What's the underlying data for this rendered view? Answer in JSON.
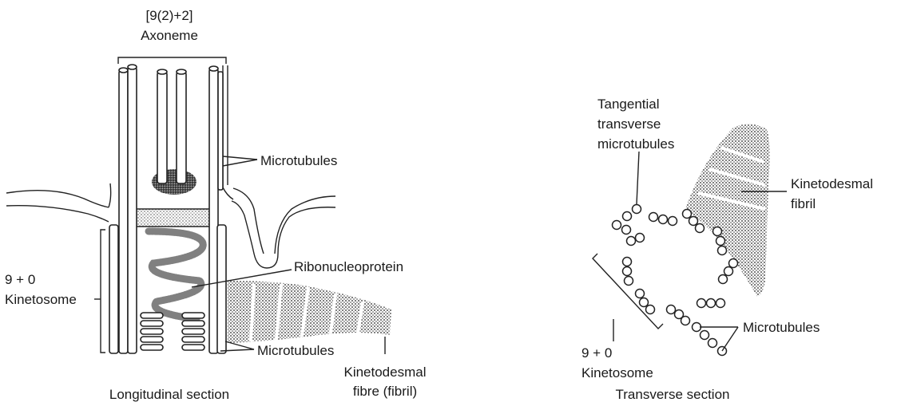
{
  "longitudinal": {
    "axoneme_formula": "[9(2)+2]",
    "axoneme": "Axoneme",
    "microtubules_upper": "Microtubules",
    "ribonucleoprotein": "Ribonucleoprotein",
    "kinetosome_formula": "9 + 0",
    "kinetosome": "Kinetosome",
    "microtubules_lower": "Microtubules",
    "fibre_line1": "Kinetodesmal",
    "fibre_line2": "fibre (fibril)",
    "caption": "Longitudinal section"
  },
  "transverse": {
    "tangential_line1": "Tangential",
    "tangential_line2": "transverse",
    "tangential_line3": "microtubules",
    "fibril_line1": "Kinetodesmal",
    "fibril_line2": "fibril",
    "kinetosome_formula": "9 + 0",
    "kinetosome": "Kinetosome",
    "microtubules": "Microtubules",
    "caption": "Transverse section"
  }
}
